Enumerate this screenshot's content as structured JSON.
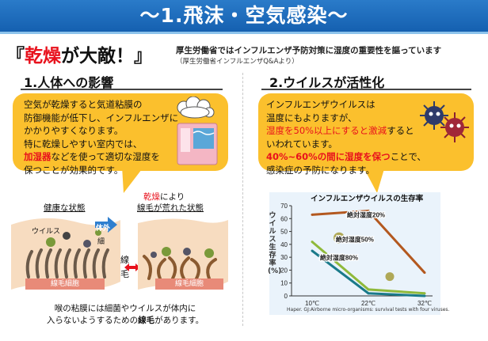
{
  "banner": {
    "title": "〜1.飛沫・空気感染〜"
  },
  "headline": {
    "open": "『",
    "red": "乾燥",
    "rest": "が大敵！",
    "close": "』"
  },
  "mhlw": {
    "statement": "厚生労働省ではインフルエンザ予防対策に湿度の重要性を謳っています",
    "source": "（厚生労働省インフルエンザQ&Aより）"
  },
  "section1": {
    "title": "1.人体への影響",
    "bubble": {
      "line1": "空気が乾燥すると気道粘膜の",
      "line2": "防御機能が低下し、インフルエンザに",
      "line3": "かかりやすくなります。",
      "line4": "特に乾燥しやすい室内では、",
      "line5_red": "加湿器",
      "line5_rest": "などを使って適切な湿度を",
      "line6": "保つことが効果的です。"
    },
    "healthy_label": "健康な状態",
    "dry_red": "乾燥",
    "dry_rest1": "により",
    "dry_line2": "線毛が荒れた状態",
    "virus_label": "ウイルス",
    "outside_label": "体外",
    "thin_label": "細",
    "cilia_label_1": "線",
    "cilia_label_2": "毛",
    "cell_label_left": "線毛細胞",
    "cell_label_right": "線毛細胞",
    "footnote_line1": "喉の粘膜には細菌やウイルスが体内に",
    "footnote_line2_pre": "入らないようするための",
    "footnote_line2_bold": "線毛",
    "footnote_line2_post": "があります。"
  },
  "section2": {
    "title": "2.ウイルスが活性化",
    "bubble": {
      "line1": "インフルエンザウイルスは",
      "line2": "温度にもよりますが、",
      "line3_red": "湿度を50%以上にすると激減",
      "line3_rest": "すると",
      "line4": "いわれています。",
      "line5_red": "40%~60%の間に湿度を保つ",
      "line5_rest": "ことで、",
      "line6": "感染症の予防になります。"
    }
  },
  "chart_data": {
    "type": "line",
    "title": "インフルエンザウイルスの生存率",
    "ylabel": "ウイルス生存率(%)",
    "xlabel": "",
    "categories": [
      "10℃",
      "22℃",
      "32℃"
    ],
    "ylim": [
      0,
      70
    ],
    "yticks": [
      0,
      10,
      20,
      30,
      40,
      50,
      60,
      70
    ],
    "grid": false,
    "series": [
      {
        "name": "絶対湿度20%",
        "values": [
          63,
          66,
          18
        ],
        "color": "#b3581f"
      },
      {
        "name": "絶対湿度50%",
        "values": [
          42,
          5,
          2
        ],
        "color": "#8fb93a"
      },
      {
        "name": "絶対湿度80%",
        "values": [
          35,
          2,
          0
        ],
        "color": "#1a7a8a"
      }
    ],
    "citation": "Haper. GJ:Airborne micro-organisms: survival tests with four viruses."
  }
}
